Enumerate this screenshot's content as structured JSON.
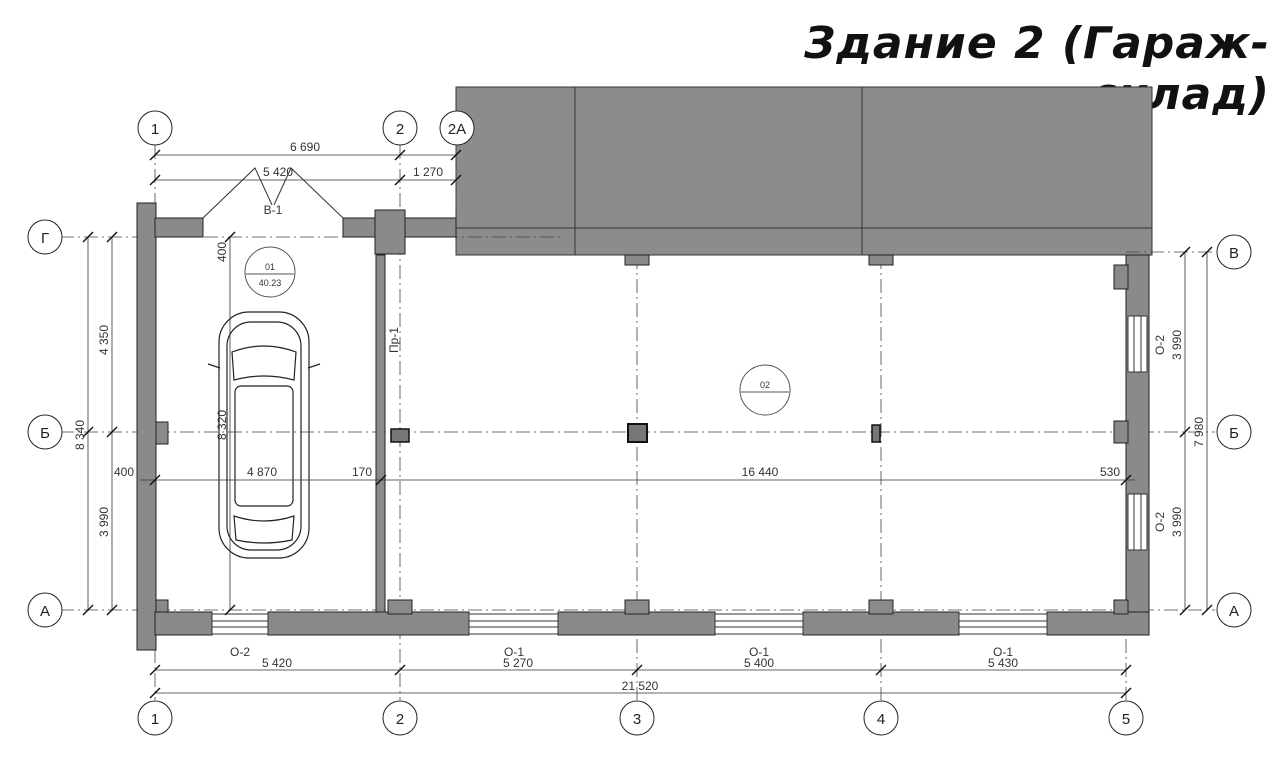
{
  "title": "Здание 2 (Гараж-склад)",
  "axes": {
    "v1_top": "1",
    "v2_top": "2",
    "v2a_top": "2А",
    "v1_bot": "1",
    "v2_bot": "2",
    "v3_bot": "3",
    "v4_bot": "4",
    "v5_bot": "5",
    "g_left": "Г",
    "b_left": "Б",
    "a_left": "А",
    "v_right": "В",
    "b_right": "Б",
    "a_right": "А"
  },
  "dims": {
    "top_total": "6 690",
    "top_5420": "5 420",
    "top_1270": "1 270",
    "left_4350": "4 350",
    "left_8340": "8 340",
    "left_3990": "3 990",
    "left_400": "400",
    "left_400b": "400",
    "inner_4870": "4 870",
    "inner_170": "170",
    "inner_8320": "8 320",
    "inner_16440": "16 440",
    "inner_530": "530",
    "right_7980": "7 980",
    "right_3990_top": "3 990",
    "right_3990_bot": "3 990",
    "bot_5420": "5 420",
    "bot_5270": "5 270",
    "bot_5400": "5 400",
    "bot_5430": "5 430",
    "bot_total": "21 520"
  },
  "labels": {
    "gate": "В-1",
    "partition": "Пр-1",
    "win_left_bottom": "О-2",
    "win_b1": "О-1",
    "win_b2": "О-1",
    "win_b3": "О-1",
    "win_right_top": "О-2",
    "win_right_bot": "О-2",
    "room1_num": "01",
    "room1_area": "40.23",
    "room2_num": "02"
  },
  "colors": {
    "wall": "#8a8a8a",
    "roof": "#8c8c8c",
    "line": "#222222"
  }
}
